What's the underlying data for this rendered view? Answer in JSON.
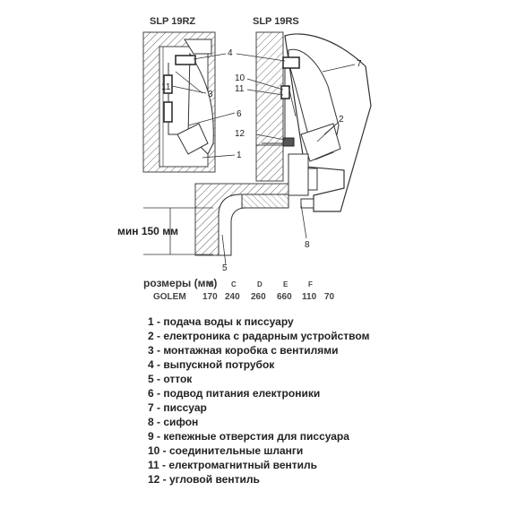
{
  "diagram": {
    "title_left": "SLP 19RZ",
    "title_right": "SLP 19RS",
    "callouts": {
      "c4_left": "4",
      "c4_right": "4",
      "c7": "7",
      "c10": "10",
      "c11_left": "11",
      "c11_right": "11",
      "c3": "3",
      "c6": "6",
      "c2": "2",
      "c12": "12",
      "c1": "1",
      "c8": "8",
      "c5": "5"
    },
    "min_height_label": "мин 150 мм"
  },
  "dimensions": {
    "header_label": "розмеры (мм)",
    "header_b": "B",
    "header_letters": [
      "C",
      "D",
      "E",
      "F"
    ],
    "model": "GOLEM",
    "values": [
      "170",
      "240",
      "260",
      "660",
      "110",
      "70"
    ]
  },
  "legend": [
    "1 - подача воды к писсуару",
    "2 - електроника с радарным устройством",
    "3 - монтажная коробка с вентилями",
    "4 - выпускной потрубок",
    "5 - отток",
    "6 - подвод питания електроники",
    "7 - писсуар",
    "8 - сифон",
    "9 - кепежные отверстия для писсуара",
    "10 - соединительные шланги",
    "11 - електромагнитный вентиль",
    "12 - угловой вентиль"
  ]
}
